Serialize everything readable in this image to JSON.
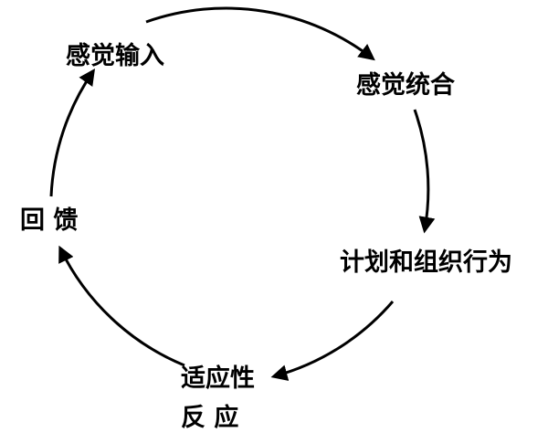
{
  "diagram": {
    "type": "cycle",
    "nodes": [
      {
        "id": "sensory-input",
        "label": "感觉输入"
      },
      {
        "id": "sensory-integration",
        "label": "感觉统合"
      },
      {
        "id": "planning",
        "label": "计划和组织行为"
      },
      {
        "id": "adaptive-response",
        "label_line1": "适应性",
        "label_line2": "反 应"
      },
      {
        "id": "feedback",
        "label": "回 馈"
      }
    ],
    "edges": [
      {
        "from": "sensory-input",
        "to": "sensory-integration"
      },
      {
        "from": "sensory-integration",
        "to": "planning"
      },
      {
        "from": "planning",
        "to": "adaptive-response"
      },
      {
        "from": "adaptive-response",
        "to": "feedback"
      },
      {
        "from": "feedback",
        "to": "sensory-input"
      }
    ],
    "colors": {
      "line": "#000000",
      "text": "#000000",
      "background": "#ffffff"
    }
  }
}
